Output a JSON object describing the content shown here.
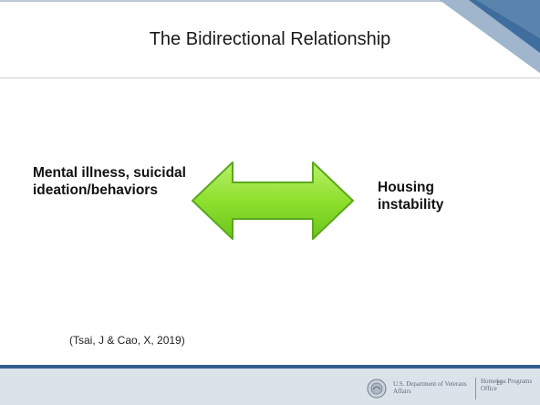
{
  "slide": {
    "title": "The Bidirectional Relationship",
    "left_label": "Mental illness, suicidal ideation/behaviors",
    "right_label": "Housing instability",
    "citation": "(Tsai, J & Cao, X, 2019)",
    "arrow_icon": "double-headed-arrow-icon",
    "colors": {
      "arrow_fill": "#8ee02e",
      "arrow_outline": "#5aa81c",
      "footer_bar": "#2f5f8f",
      "corner_blue": "#3f6e9e"
    }
  },
  "footer": {
    "dept": "U.S. Department of Veterans Affairs",
    "program": "Homeless Programs Office",
    "page": "19"
  }
}
